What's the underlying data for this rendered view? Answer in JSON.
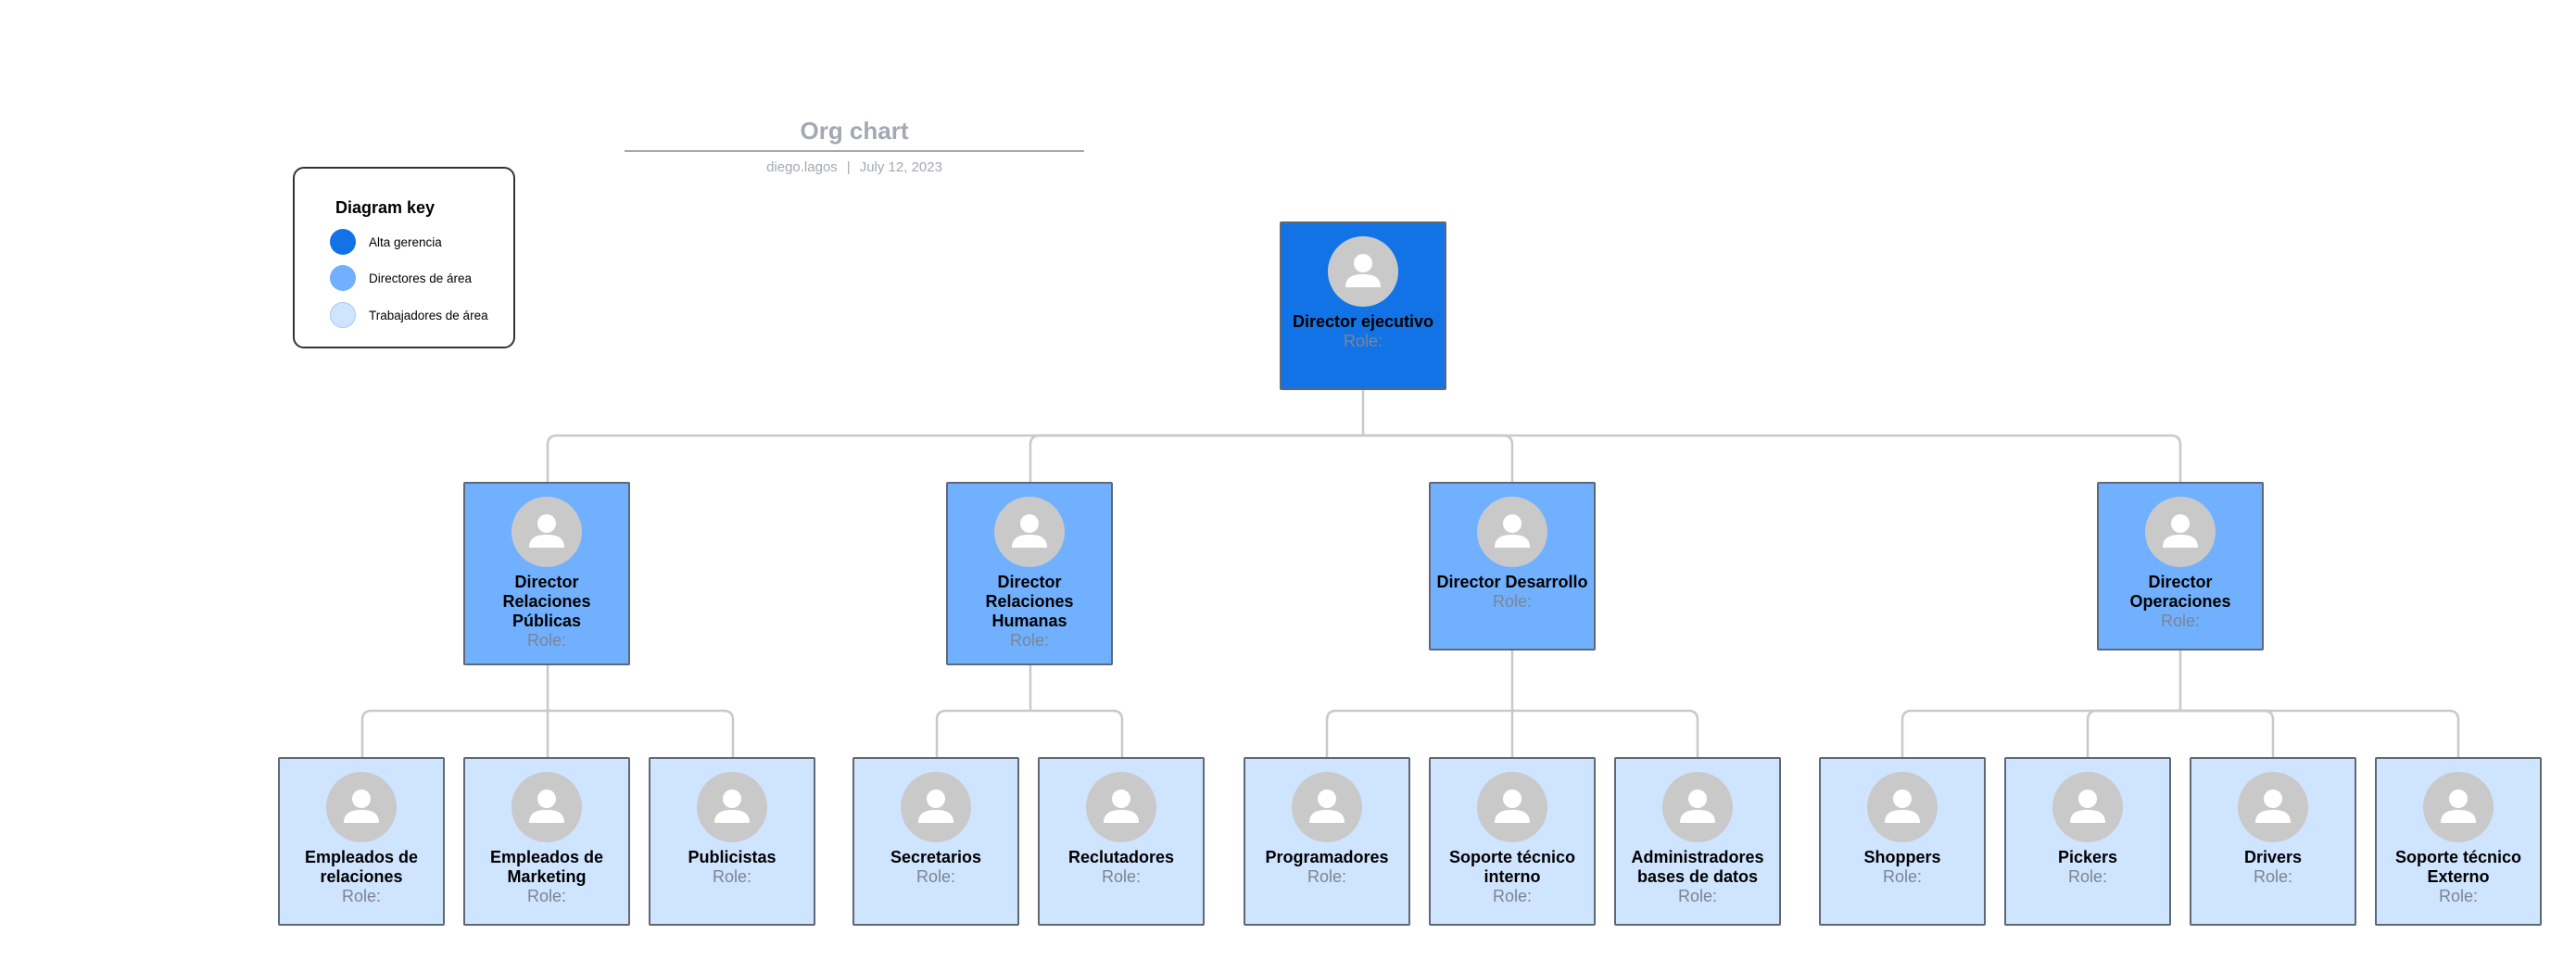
{
  "header": {
    "title": "Org chart",
    "author": "diego.lagos",
    "separator": "|",
    "date": "July 12, 2023"
  },
  "legend": {
    "title": "Diagram key",
    "items": [
      {
        "label": "Alta gerencia",
        "color": "#1273e6"
      },
      {
        "label": "Directores de área",
        "color": "#70b0ff"
      },
      {
        "label": "Trabajadores de área",
        "color": "#cfe4ff"
      }
    ]
  },
  "colors": {
    "alta_gerencia": "#1273e6",
    "directores": "#70b0ff",
    "trabajadores": "#cfe4ff",
    "connector": "#c9c9c9",
    "avatar": "#c9c9c9",
    "role_text": "#7d8491"
  },
  "icons": {
    "avatar": "person-icon"
  },
  "nodes": {
    "ceo": {
      "name": "Director ejecutivo",
      "role": "Role:"
    },
    "dir_rp": {
      "name": "Director Relaciones Públicas",
      "role": "Role:"
    },
    "dir_rh": {
      "name": "Director Relaciones Humanas",
      "role": "Role:"
    },
    "dir_des": {
      "name": "Director Desarrollo",
      "role": "Role:"
    },
    "dir_ops": {
      "name": "Director Operaciones",
      "role": "Role:"
    },
    "emp_rel": {
      "name": "Empleados de relaciones",
      "role": "Role:"
    },
    "emp_mkt": {
      "name": "Empleados de Marketing",
      "role": "Role:"
    },
    "publicistas": {
      "name": "Publicistas",
      "role": "Role:"
    },
    "secretarios": {
      "name": "Secretarios",
      "role": "Role:"
    },
    "reclutadores": {
      "name": "Reclutadores",
      "role": "Role:"
    },
    "programadores": {
      "name": "Programadores",
      "role": "Role:"
    },
    "soporte_interno": {
      "name": "Soporte técnico interno",
      "role": "Role:"
    },
    "admin_bd": {
      "name": "Administradores bases de datos",
      "role": "Role:"
    },
    "shoppers": {
      "name": "Shoppers",
      "role": "Role:"
    },
    "pickers": {
      "name": "Pickers",
      "role": "Role:"
    },
    "drivers": {
      "name": "Drivers",
      "role": "Role:"
    },
    "soporte_externo": {
      "name": "Soporte técnico Externo",
      "role": "Role:"
    }
  }
}
